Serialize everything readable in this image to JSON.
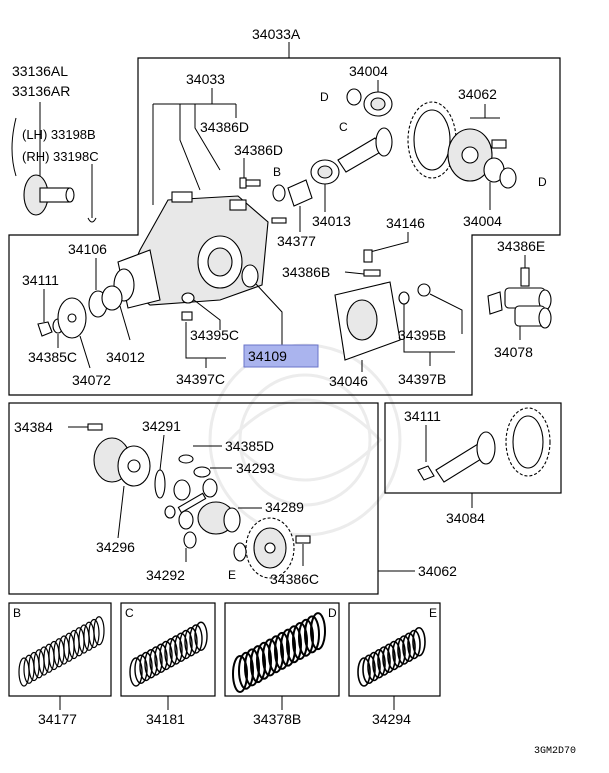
{
  "diagram": {
    "highlight_color": "#aab4ee",
    "footer_code": "3GM2D70",
    "labels": {
      "p34033A": "34033A",
      "p33136AL": "33136AL",
      "p33136AR": "33136AR",
      "p33198B": "(LH) 33198B",
      "p33198C": "(RH) 33198C",
      "p34033": "34033",
      "p34386D_a": "34386D",
      "p34386D_b": "34386D",
      "p34004_top": "34004",
      "p34062_top": "34062",
      "p34004_bot": "34004",
      "p34013": "34013",
      "p34377": "34377",
      "p34146": "34146",
      "p34386B": "34386B",
      "p34386E": "34386E",
      "p34078": "34078",
      "p34106": "34106",
      "p34111_a": "34111",
      "p34385C": "34385C",
      "p34012": "34012",
      "p34072": "34072",
      "p34395C": "34395C",
      "p34397C": "34397C",
      "p34109": "34109",
      "p34046": "34046",
      "p34395B": "34395B",
      "p34397B": "34397B",
      "p34384": "34384",
      "p34291": "34291",
      "p34385D": "34385D",
      "p34293": "34293",
      "p34289": "34289",
      "p34296": "34296",
      "p34292": "34292",
      "p34386C": "34386C",
      "p34062_box": "34062",
      "p34111_b": "34111",
      "p34084": "34084",
      "p34177": "34177",
      "p34181": "34181",
      "p34378B": "34378B",
      "p34294": "34294"
    },
    "letters": {
      "D_top": "D",
      "C_top": "C",
      "B_top": "B",
      "D_right": "D",
      "E_mid": "E",
      "B_box": "B",
      "C_box": "C",
      "D_box": "D",
      "E_box": "E"
    }
  }
}
